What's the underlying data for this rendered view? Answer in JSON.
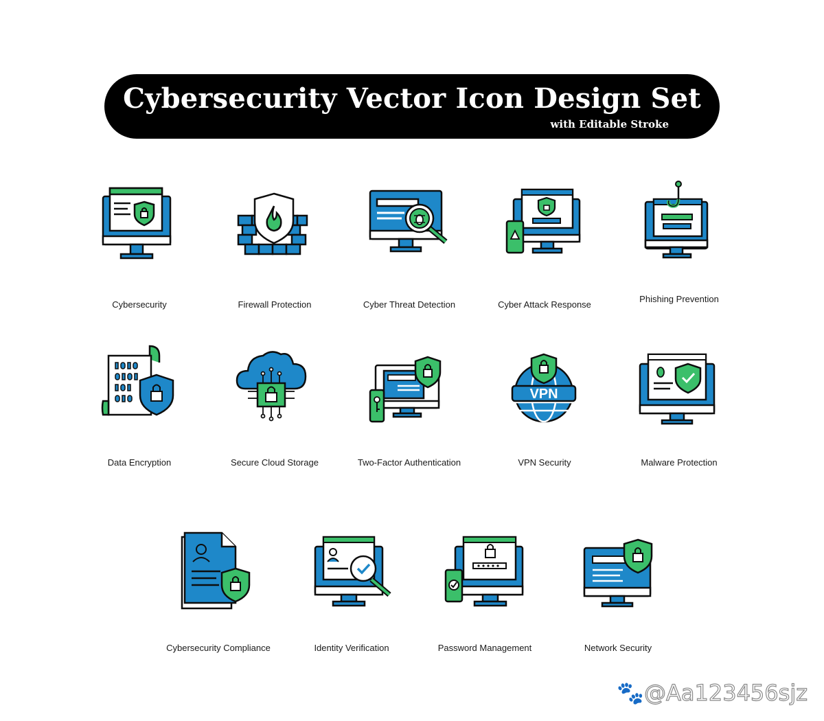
{
  "banner": {
    "title": "Cybersecurity Vector Icon Design Set",
    "subtitle": "with Editable Stroke"
  },
  "colors": {
    "blue": "#1e88c9",
    "green": "#3bbf6a",
    "black": "#0d0d0d",
    "white": "#ffffff"
  },
  "icons": [
    {
      "icon": "monitor-shield-icon",
      "label": "Cybersecurity"
    },
    {
      "icon": "firewall-shield-icon",
      "label": "Firewall Protection"
    },
    {
      "icon": "monitor-magnifier-bug-icon",
      "label": "Cyber Threat Detection"
    },
    {
      "icon": "monitor-phone-warning-icon",
      "label": "Cyber Attack Response"
    },
    {
      "icon": "monitor-hook-icon",
      "label": "Phishing Prevention"
    },
    {
      "icon": "binary-document-shield-icon",
      "label": "Data Encryption"
    },
    {
      "icon": "cloud-chip-lock-icon",
      "label": "Secure Cloud Storage"
    },
    {
      "icon": "monitor-phone-key-shield-icon",
      "label": "Two-Factor Authentication"
    },
    {
      "icon": "vpn-globe-shield-icon",
      "label": "VPN Security"
    },
    {
      "icon": "monitor-bug-shield-icon",
      "label": "Malware Protection"
    },
    {
      "icon": "document-user-shield-icon",
      "label": "Cybersecurity Compliance"
    },
    {
      "icon": "monitor-user-magnifier-icon",
      "label": "Identity Verification"
    },
    {
      "icon": "monitor-phone-password-icon",
      "label": "Password Management"
    },
    {
      "icon": "monitor-network-shield-icon",
      "label": "Network Security"
    }
  ],
  "watermark": "🐾@Aa123456sjz"
}
